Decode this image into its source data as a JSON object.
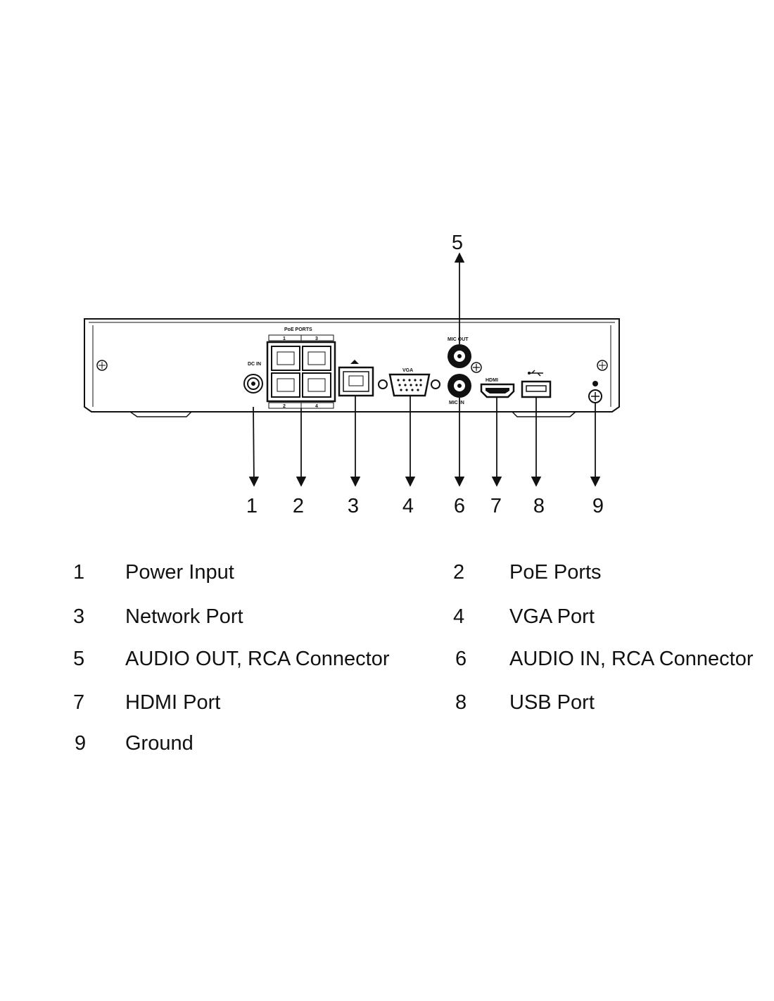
{
  "panel_labels": {
    "poe_ports": "PoE PORTS",
    "poe_top_1": "1",
    "poe_top_3": "3",
    "poe_bottom_2": "2",
    "poe_bottom_4": "4",
    "dc_in": "DC IN",
    "vga": "VGA",
    "mic_out": "MIC OUT",
    "mic_in": "MIC IN",
    "hdmi": "HDMI"
  },
  "callouts": [
    {
      "number": "1",
      "label": "Power Input"
    },
    {
      "number": "2",
      "label": "PoE Ports"
    },
    {
      "number": "3",
      "label": "Network Port"
    },
    {
      "number": "4",
      "label": "VGA Port"
    },
    {
      "number": "5",
      "label": "AUDIO OUT, RCA Connector"
    },
    {
      "number": "6",
      "label": "AUDIO IN, RCA Connector"
    },
    {
      "number": "7",
      "label": "HDMI Port"
    },
    {
      "number": "8",
      "label": "USB Port"
    },
    {
      "number": "9",
      "label": "Ground"
    }
  ],
  "colors": {
    "line": "#111111",
    "background": "#ffffff"
  }
}
